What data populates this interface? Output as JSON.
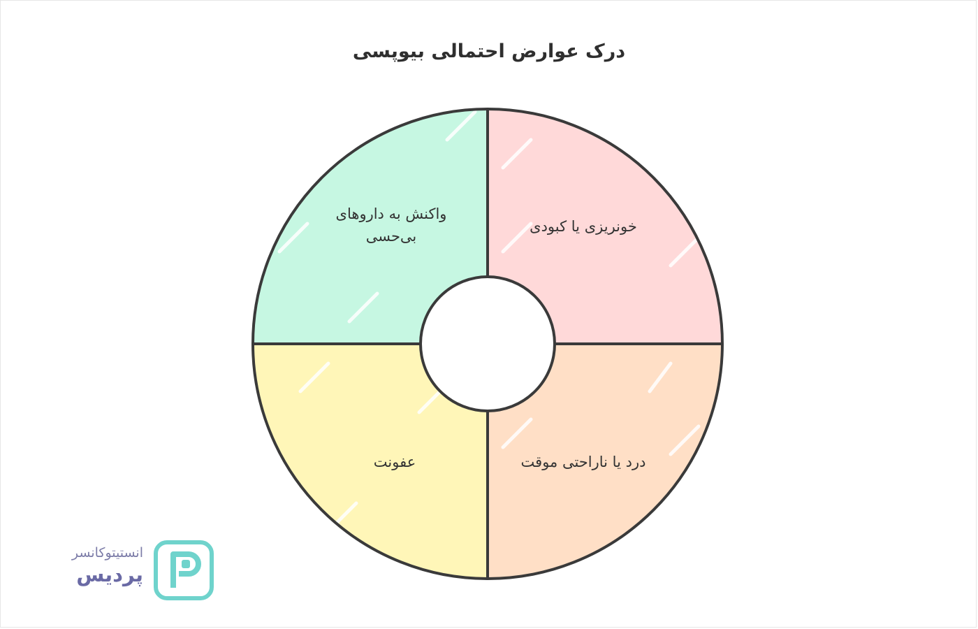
{
  "title": "درک عوارض احتمالی بیوپسی",
  "segments": [
    {
      "label": "خونریزی یا کبودی",
      "color": "#ffd9d9"
    },
    {
      "label": "درد یا ناراحتی موقت",
      "color": "#ffdfc6"
    },
    {
      "label": "عفونت",
      "color": "#fff6b8"
    },
    {
      "label": "واکنش به داروهای بی‌حسی",
      "color": "#c6f7e2"
    }
  ],
  "logo": {
    "line1": "انستیتوکانسر",
    "line2": "پردیس",
    "icon": "letter-p-logo-icon",
    "accent": "#6fd3cc",
    "text_color": "#6a6aa5"
  }
}
